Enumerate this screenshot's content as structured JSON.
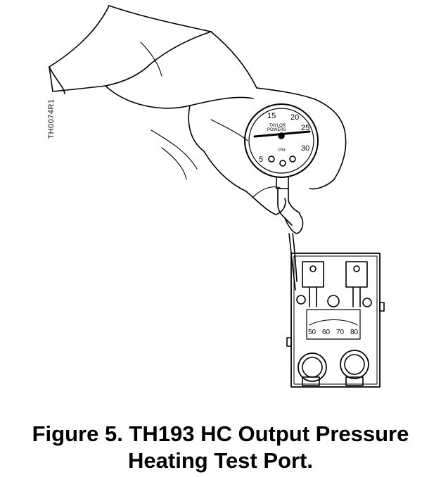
{
  "figure": {
    "code": "TH0074R1",
    "gauge": {
      "scale": [
        "15",
        "20",
        "25",
        "30",
        "5"
      ],
      "brand": "TAYLOR",
      "brand2": "POWERS",
      "unit": "PSI"
    },
    "thermostat": {
      "scale": [
        "50",
        "60",
        "70",
        "80"
      ]
    }
  },
  "caption": {
    "line1": "Figure 5.  TH193 HC Output Pressure",
    "line2": "Heating Test Port."
  }
}
